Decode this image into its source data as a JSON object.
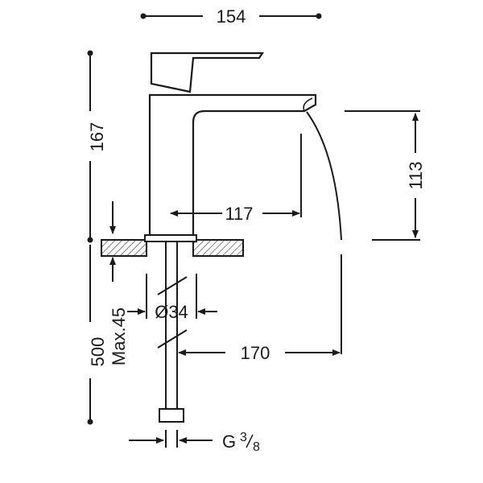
{
  "dimensions": {
    "overall_width": "154",
    "total_height": "167",
    "spout_projection": "117",
    "spout_height": "113",
    "max_deck": "Max.45",
    "hose_length": "500",
    "diameter": "Ø34",
    "water_reach": "170",
    "connection": "G",
    "thread_num": "3",
    "thread_den": "8"
  },
  "colors": {
    "line": "#1a1a1a",
    "background": "#ffffff"
  }
}
